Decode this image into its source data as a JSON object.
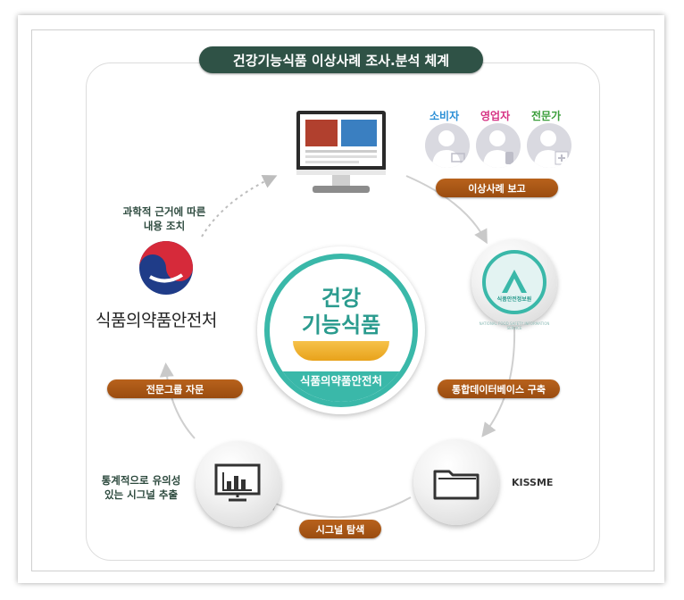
{
  "title": "건강기능식품 이상사례 조사.분석 체계",
  "roles": [
    {
      "label": "소비자",
      "color": "#2b8fd6"
    },
    {
      "label": "영업자",
      "color": "#d63384"
    },
    {
      "label": "전문가",
      "color": "#3a9e3a"
    }
  ],
  "steps": {
    "report": "이상사례 보고",
    "database": "통합데이터베이스 구축",
    "signal": "시그널 탐색",
    "consult": "전문그룹 자문"
  },
  "texts": {
    "action_line1": "과학적 근거에 따른",
    "action_line2": "내용 조치",
    "stats_line1": "통계적으로 유의성",
    "stats_line2": "있는 시그널 추출",
    "kissme": "KISSME",
    "agency": "식품의약품안전처",
    "badge_ring": "NATIONAL FOOD SAFETY INFORMATION SERVICE",
    "badge_name": "식품안전정보원"
  },
  "center": {
    "line1": "건강",
    "line2": "기능식품",
    "band": "식품의약품안전처"
  },
  "colors": {
    "title_bg": "#2f5246",
    "pill_bg": "#a8561a",
    "teal": "#3ab8a9",
    "text_green": "#2d4a3e"
  }
}
